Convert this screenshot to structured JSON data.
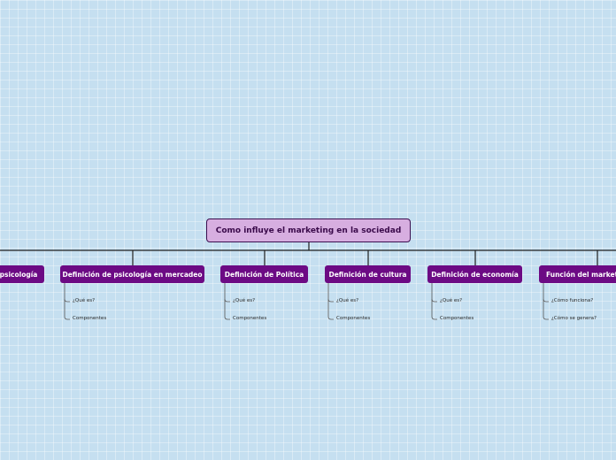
{
  "root": {
    "label": "Como influye el marketing en la sociedad"
  },
  "topics": [
    {
      "label": "psicología",
      "subtopics": []
    },
    {
      "label": "Definición de psicología en mercadeo",
      "subtopics": [
        "¿Qué es?",
        "Componentes"
      ]
    },
    {
      "label": "Definición de Política",
      "subtopics": [
        "¿Qué es?",
        "Componentes"
      ]
    },
    {
      "label": "Definición de cultura",
      "subtopics": [
        "¿Qué es?",
        "Componentes"
      ]
    },
    {
      "label": "Definición de economía",
      "subtopics": [
        "¿Qué es?",
        "Componentes"
      ]
    },
    {
      "label": "Función del marketi",
      "subtopics": [
        "¿Cómo funciona?",
        "¿Cómo se genera?"
      ]
    }
  ],
  "colors": {
    "background": "#c5dff0",
    "root_fill": "#d7aee0",
    "topic_fill": "#6c0a84",
    "line": "#1e1e1e"
  }
}
